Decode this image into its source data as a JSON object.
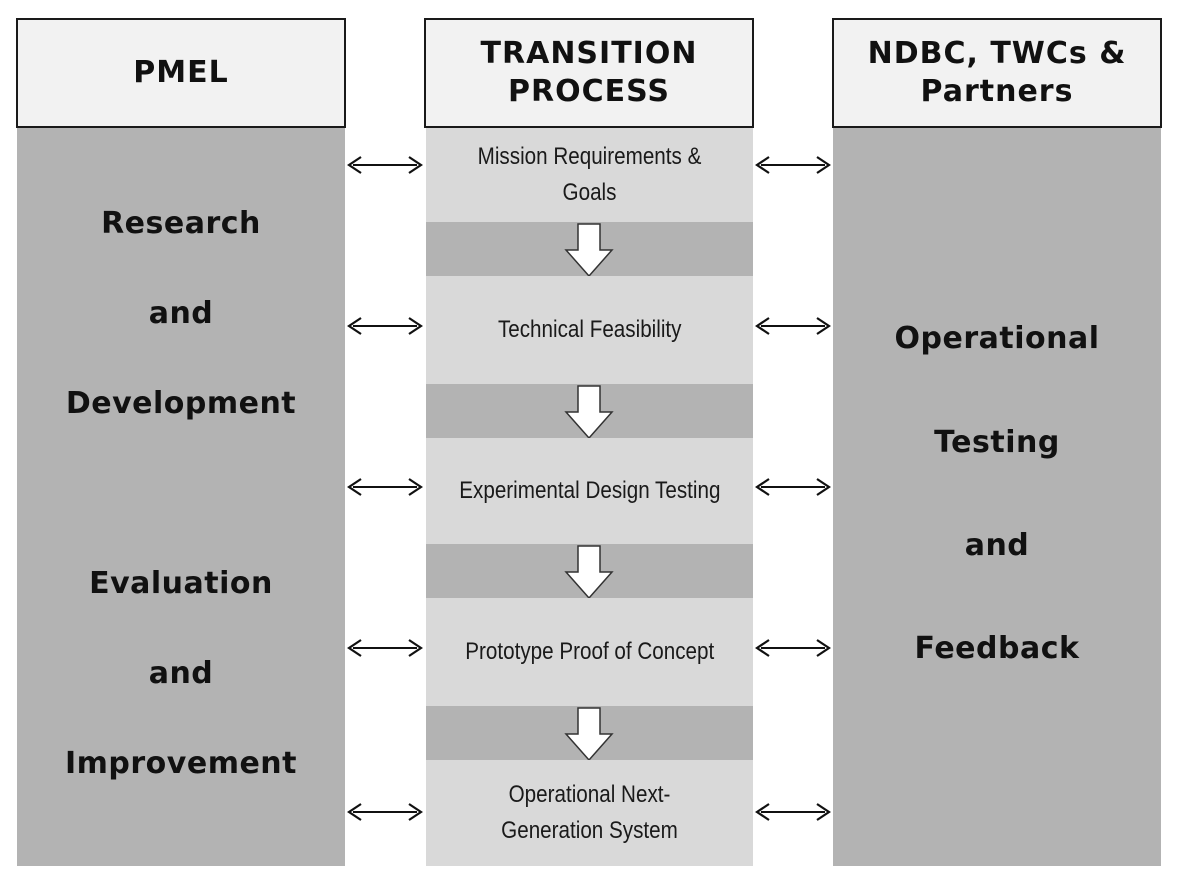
{
  "headers": {
    "left": "PMEL",
    "middle": "TRANSITION PROCESS",
    "right": "NDBC, TWCs & Partners"
  },
  "left_column": {
    "words": [
      "Research",
      "and",
      "Development",
      "Evaluation",
      "and",
      "Improvement"
    ]
  },
  "right_column": {
    "words": [
      "Operational",
      "Testing",
      "and",
      "Feedback"
    ]
  },
  "steps": [
    "Mission Requirements & Goals",
    "Technical Feasibility",
    "Experimental Design Testing",
    "Prototype Proof of Concept",
    "Operational Next-Generation System"
  ],
  "colors": {
    "column_fill": "#b3b3b3",
    "step_fill": "#d9d9d9",
    "header_fill": "#f2f2f2",
    "stroke": "#1a1a1a"
  }
}
